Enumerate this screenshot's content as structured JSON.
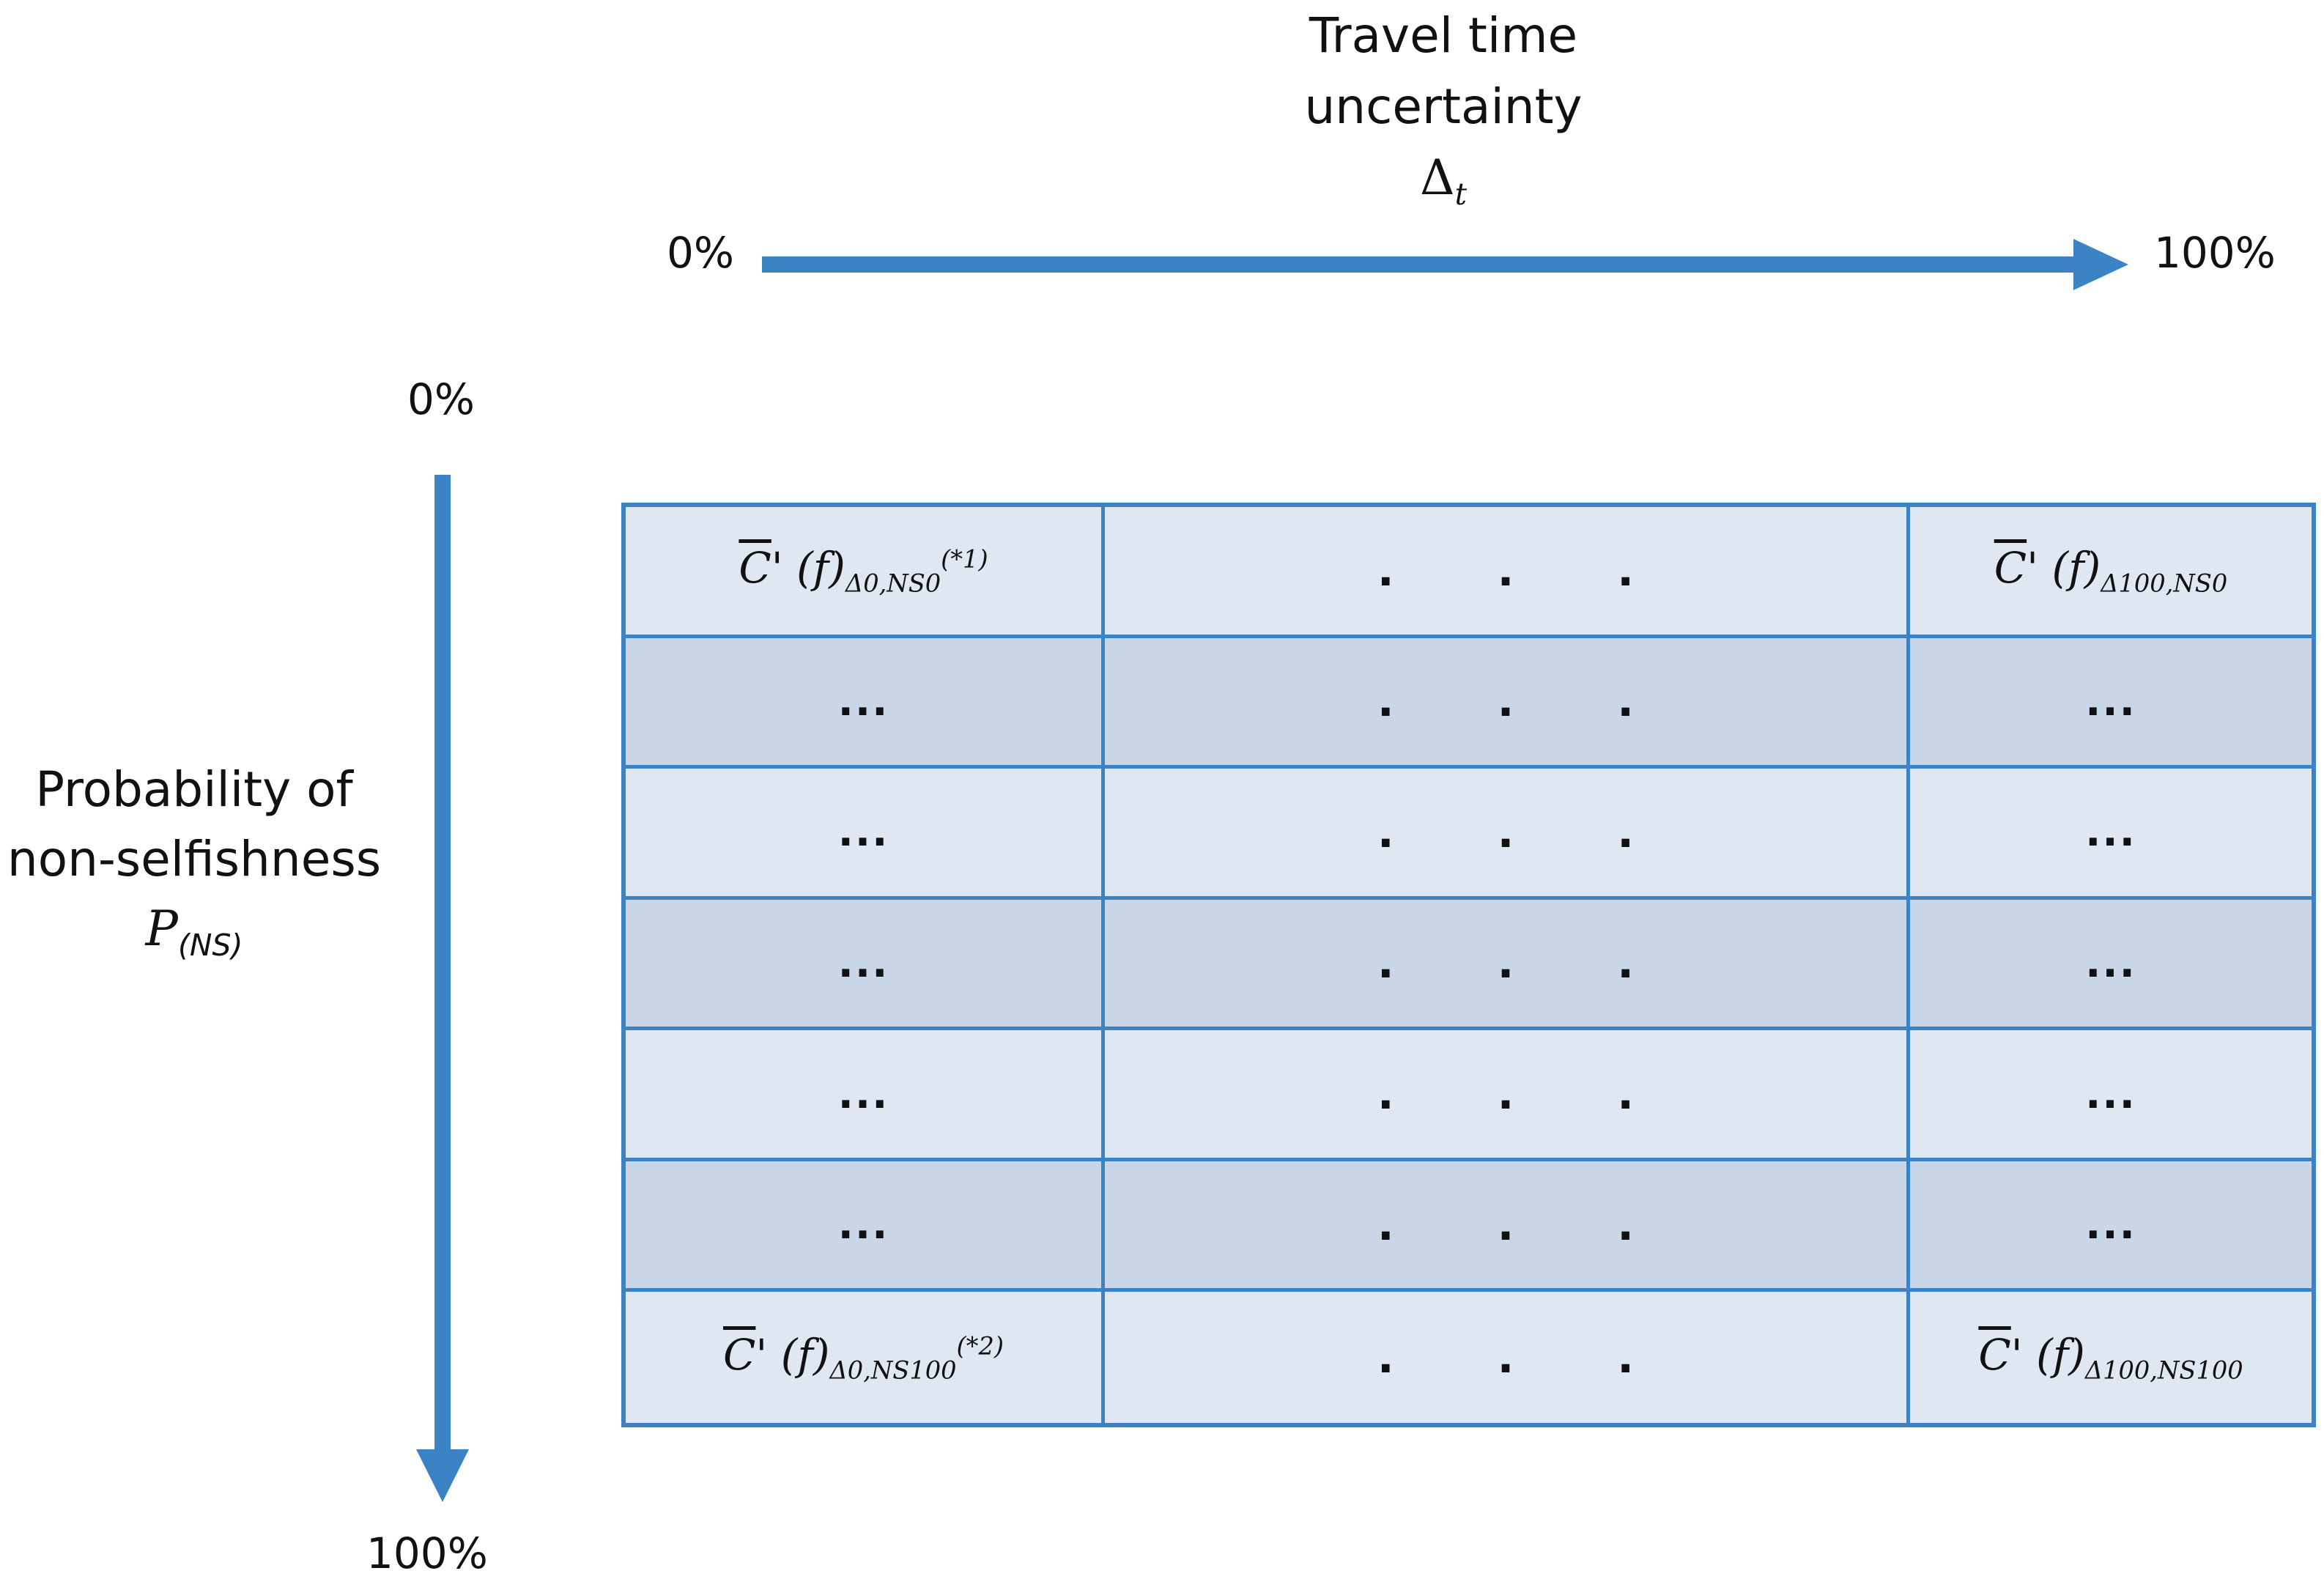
{
  "header": {
    "title_line1": "Travel time",
    "title_line2": "uncertainty",
    "delta_symbol": "Δ",
    "delta_sub": "t",
    "start_label": "0%",
    "end_label": "100%"
  },
  "side": {
    "title_line1": "Probability of",
    "title_line2": "non-selfishness",
    "p_symbol": "P",
    "p_sub": "(NS)",
    "start_label": "0%",
    "end_label": "100%"
  },
  "table": {
    "middle_marker": ". . .",
    "ellipsis": "...",
    "top_left": {
      "c": "C",
      "rest": "' (f)",
      "sub": "Δ0,NS0",
      "sup": "(*1)"
    },
    "top_right": {
      "c": "C",
      "rest": "' (f)",
      "sub": "Δ100,NS0",
      "sup": ""
    },
    "bottom_left": {
      "c": "C",
      "rest": "' (f)",
      "sub": "Δ0,NS100",
      "sup": "(*2)"
    },
    "bottom_right": {
      "c": "C",
      "rest": "' (f)",
      "sub": "Δ100,NS100",
      "sup": ""
    }
  },
  "colors": {
    "accent": "#3b83c4",
    "row_light": "#dfe7f2",
    "row_dark": "#c9d6e7"
  }
}
